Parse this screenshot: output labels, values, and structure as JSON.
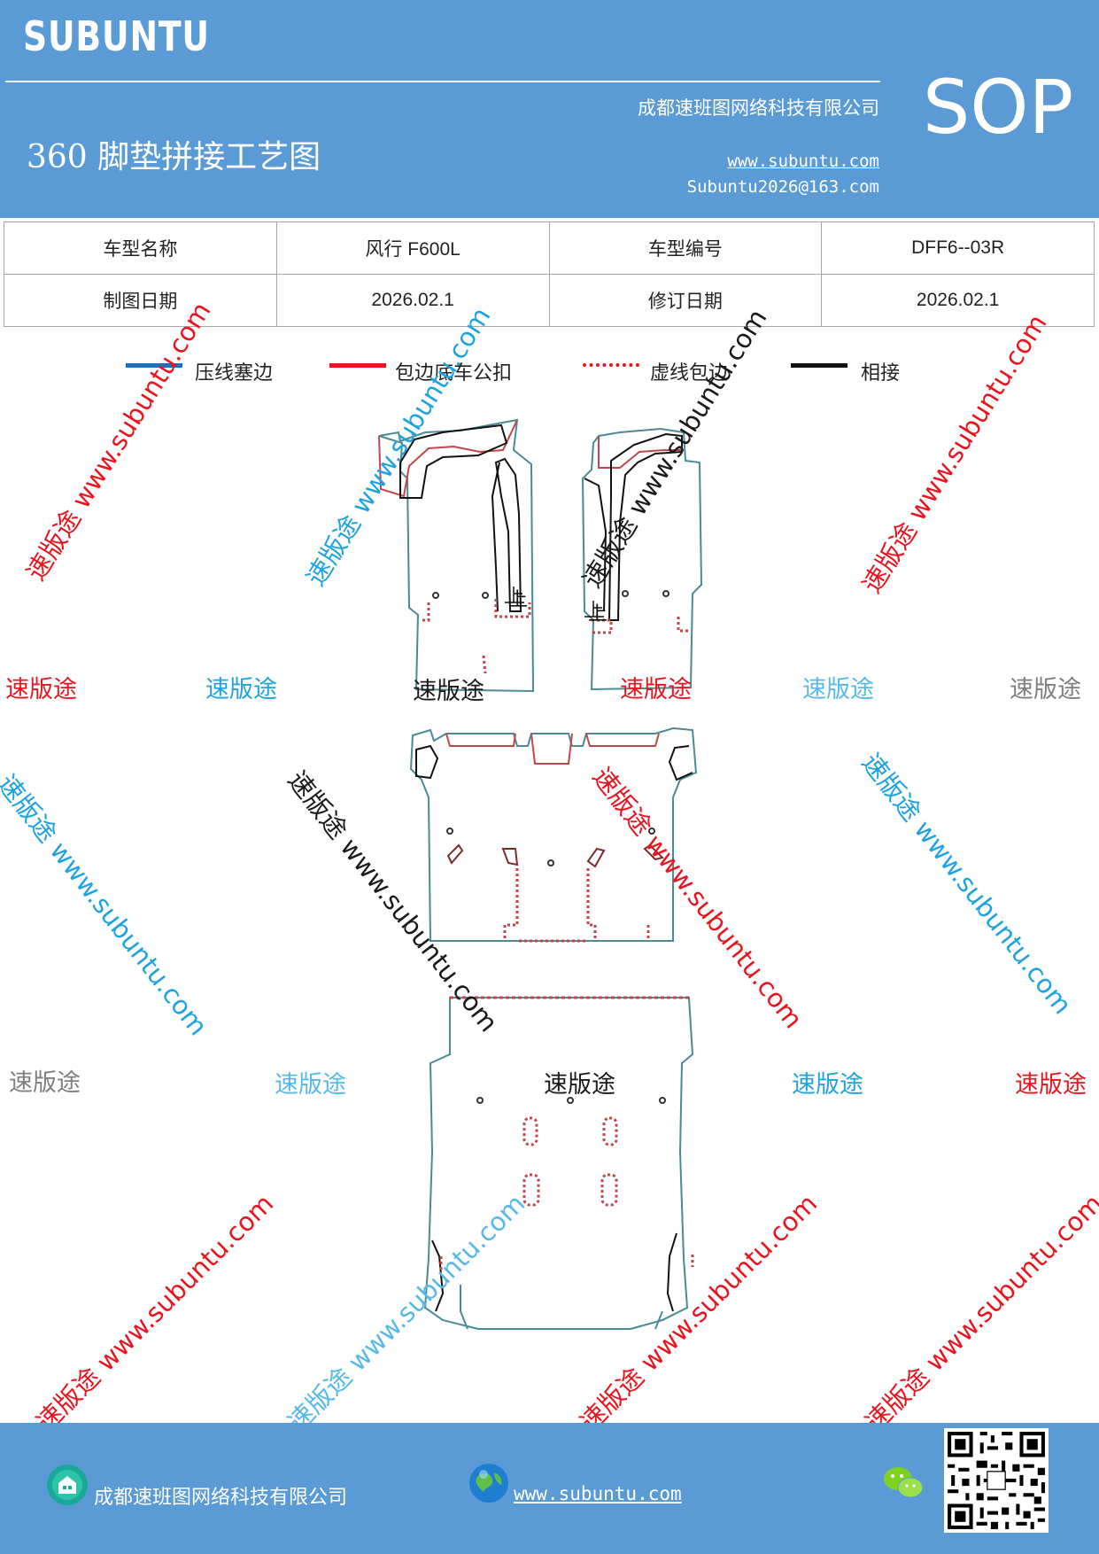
{
  "header": {
    "brand": "SUBUNTU",
    "sop": "SOP",
    "title": "360 脚垫拼接工艺图",
    "company": "成都速班图网络科技有限公司",
    "website": "www.subuntu.com",
    "email": "Subuntu2026@163.com",
    "bg_color": "#5b9bd5"
  },
  "info_table": {
    "row1": [
      "车型名称",
      "风行 F600L",
      "车型编号",
      "DFF6--03R"
    ],
    "row2": [
      "制图日期",
      "2026.02.1",
      "修订日期",
      "2026.02.1"
    ]
  },
  "legend": [
    {
      "label": "压线塞边",
      "color": "#1f6fbf",
      "style": "solid"
    },
    {
      "label": "包边底车公扣",
      "color": "#e8141e",
      "style": "solid"
    },
    {
      "label": "虚线包边",
      "color": "#e8141e",
      "style": "dotted"
    },
    {
      "label": "相接",
      "color": "#111111",
      "style": "solid"
    }
  ],
  "watermarks": {
    "short": "速版途",
    "long": "速版途 www.subuntu.com",
    "colors": {
      "red": "#e8141e",
      "blue": "#1fa2e0",
      "black": "#1a1a1a",
      "gray": "#7f7f7f",
      "light_blue": "#56b9ea"
    }
  },
  "drawing_marks": {
    "up_label": "上"
  },
  "footer": {
    "company": "成都速班图网络科技有限公司",
    "website": "www.subuntu.com",
    "icons": [
      "building-icon",
      "globe-icon",
      "wechat-icon",
      "qr-code"
    ]
  }
}
